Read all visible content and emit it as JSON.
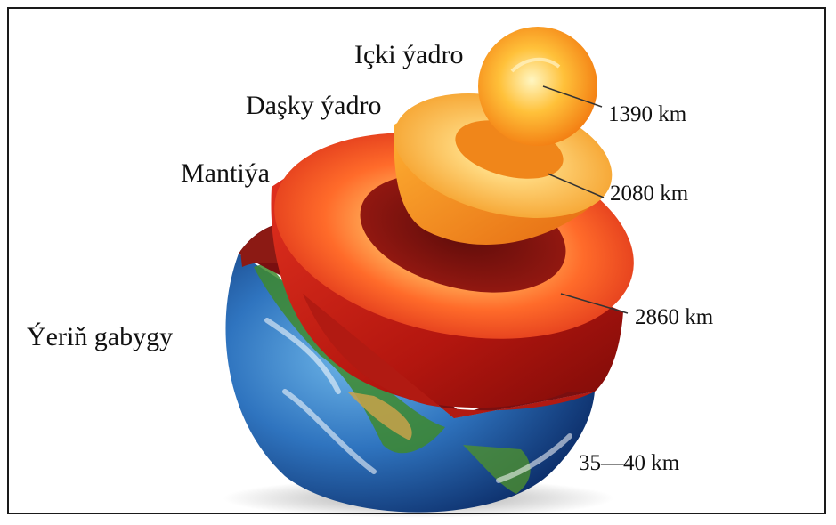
{
  "diagram": {
    "layers": [
      {
        "id": "inner-core",
        "name": "Içki ýadro",
        "thickness": "1390 km",
        "color": "#f7b21c"
      },
      {
        "id": "outer-core",
        "name": "Daşky ýadro",
        "thickness": "2080 km",
        "color": "#f58a1a"
      },
      {
        "id": "mantle",
        "name": "Mantiýa",
        "thickness": "2860 km",
        "color": "#d8261d"
      },
      {
        "id": "crust",
        "name": "Ýeriň gabygy",
        "thickness": "35—40 km",
        "color": "#2b6fb3"
      }
    ]
  }
}
